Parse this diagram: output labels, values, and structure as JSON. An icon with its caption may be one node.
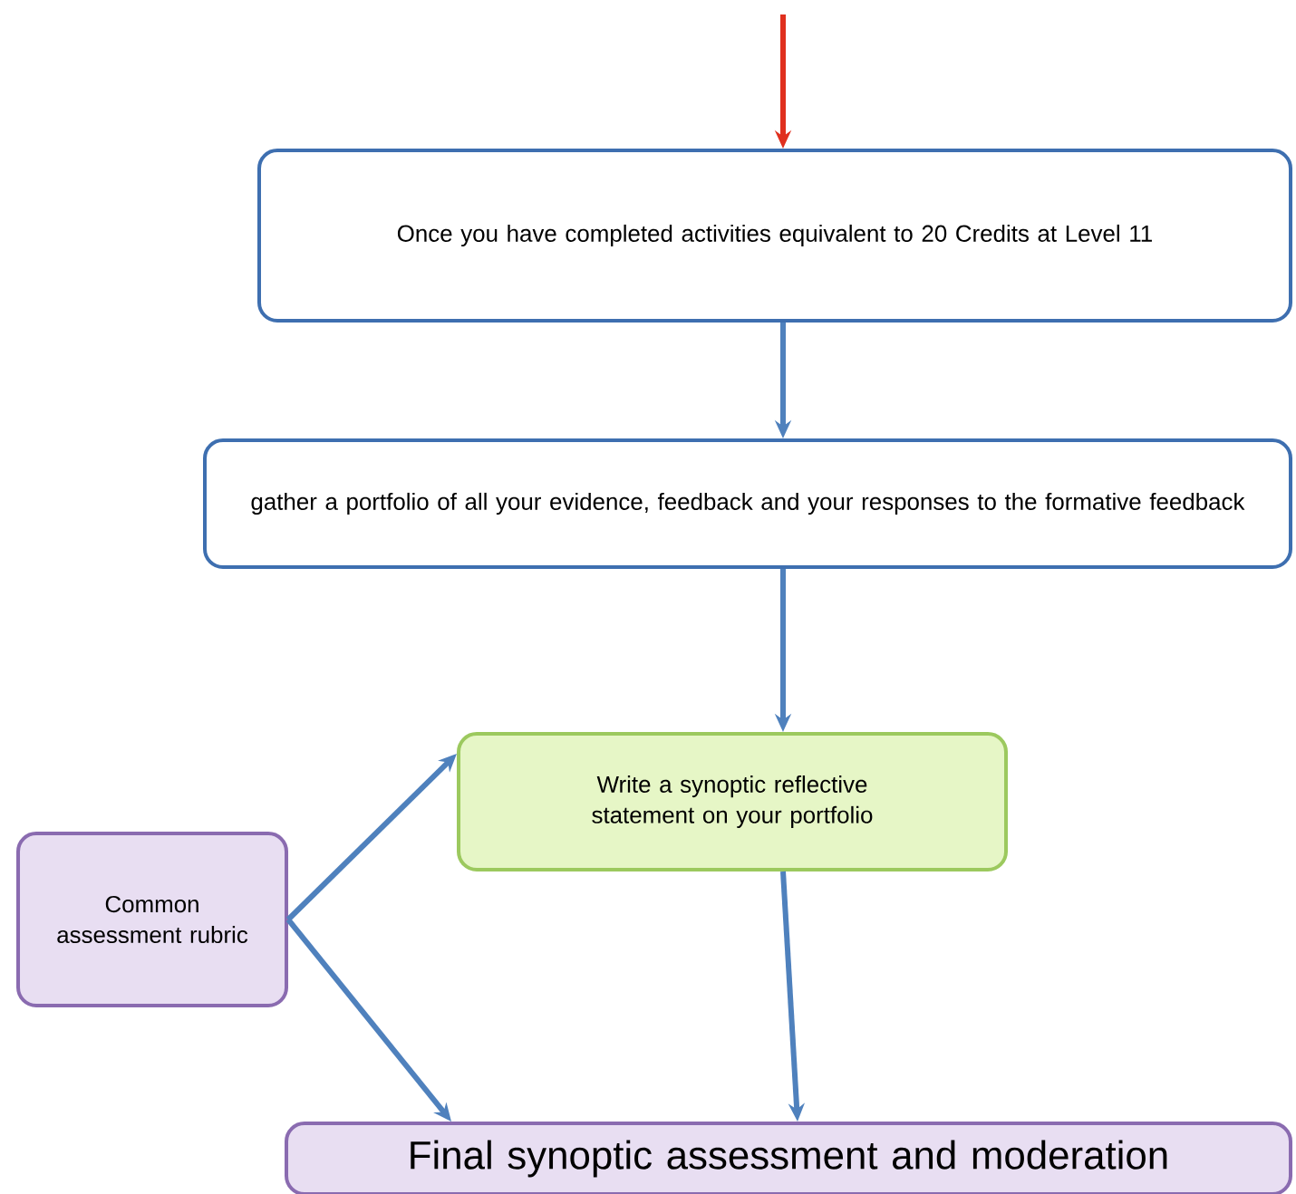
{
  "diagram": {
    "nodes": [
      {
        "text": [
          "Once you have completed activities equivalent to 20 Credits at Level 11"
        ]
      },
      {
        "text": [
          "gather a portfolio of all your evidence, feedback and your responses to the formative feedback"
        ]
      },
      {
        "text": [
          "Write a synoptic reflective statement on your portfolio"
        ]
      },
      {
        "text": [
          "Common assessment rubric"
        ]
      },
      {
        "text": [
          "Final synoptic assessment and moderation"
        ]
      }
    ],
    "edges": [
      {
        "from": null,
        "to": 0,
        "arrow": "to",
        "color": "#e0301e"
      },
      {
        "from": 0,
        "to": 1,
        "arrow": "to"
      },
      {
        "from": 1,
        "to": 2,
        "arrow": "to"
      },
      {
        "from": 2,
        "to": 4,
        "arrow": "to"
      },
      {
        "from": 3,
        "to": 2,
        "arrow": "to"
      },
      {
        "from": 3,
        "to": 4,
        "arrow": "to"
      }
    ]
  }
}
